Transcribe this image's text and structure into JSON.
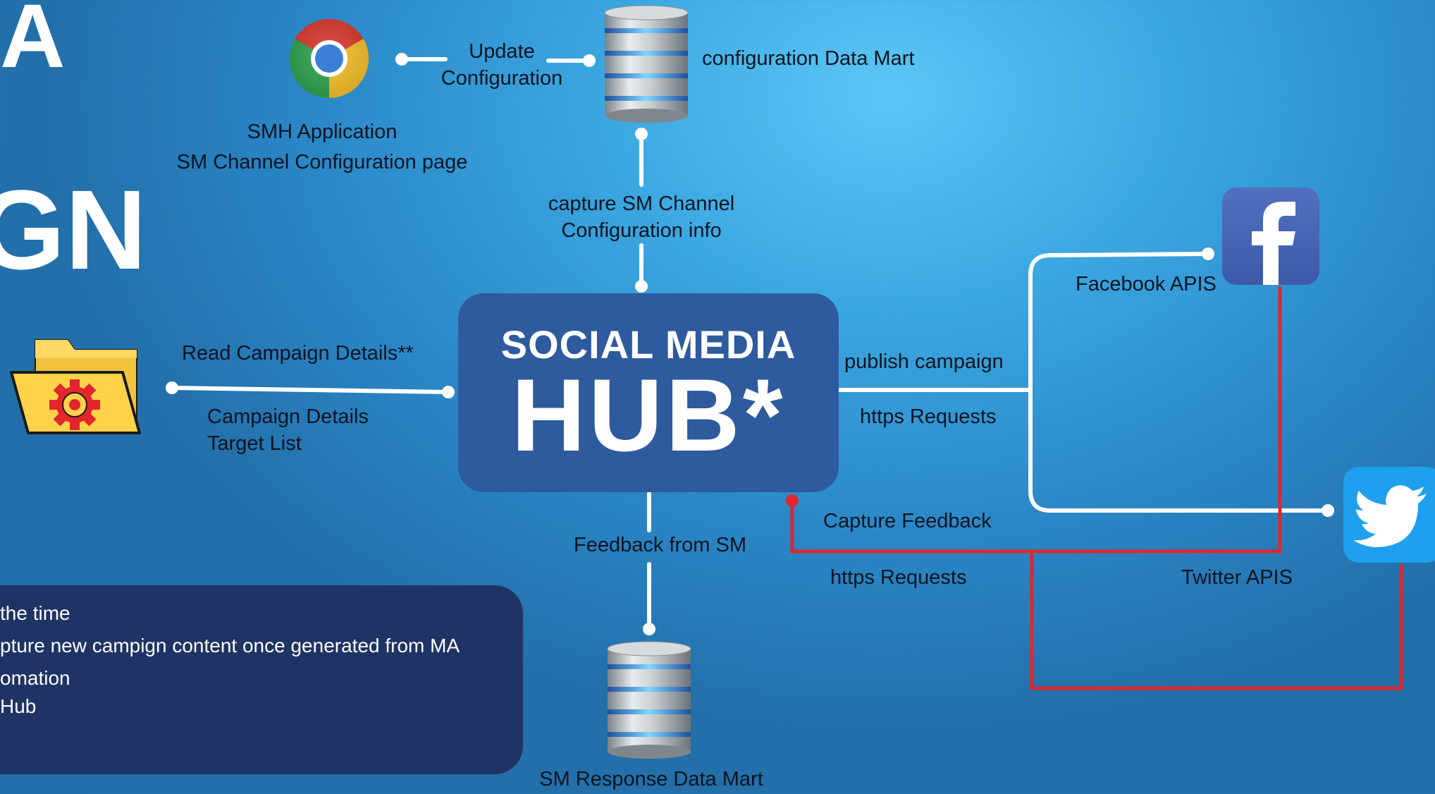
{
  "side_title": {
    "line1": "A",
    "line2": "GN"
  },
  "hub": {
    "line1": "SOCIAL MEDIA",
    "line2": "HUB*"
  },
  "nodes": {
    "smh_app": {
      "line1": "SMH Application",
      "line2": "SM Channel Configuration page"
    },
    "config_mart": "configuration Data Mart",
    "response_mart": "SM Response Data Mart",
    "facebook": "Facebook APIS",
    "twitter": "Twitter APIS"
  },
  "edges": {
    "update_config": {
      "line1": "Update",
      "line2": "Configuration"
    },
    "capture_config": {
      "line1": "capture SM Channel",
      "line2": "Configuration info"
    },
    "read_campaign": "Read Campaign Details**",
    "campaign_details": {
      "line1": "Campaign Details",
      "line2": "Target List"
    },
    "publish": "publish campaign",
    "https_out": "https Requests",
    "capture_feedback": "Capture Feedback",
    "https_in": "https Requests",
    "feedback_from_sm": "Feedback from SM"
  },
  "notes": [
    "the time",
    "pture new campign content once generated from MA",
    "omation",
    "Hub"
  ],
  "colors": {
    "hub_fill": "#2e5a9e",
    "notes_fill": "#1f3465",
    "wire_white": "#ffffff",
    "wire_red": "#e0262e",
    "facebook": "#3c5aa8",
    "twitter": "#1ea0ee"
  },
  "icons": [
    "chrome-icon",
    "database-icon",
    "folder-gear-icon",
    "facebook-icon",
    "twitter-icon"
  ]
}
